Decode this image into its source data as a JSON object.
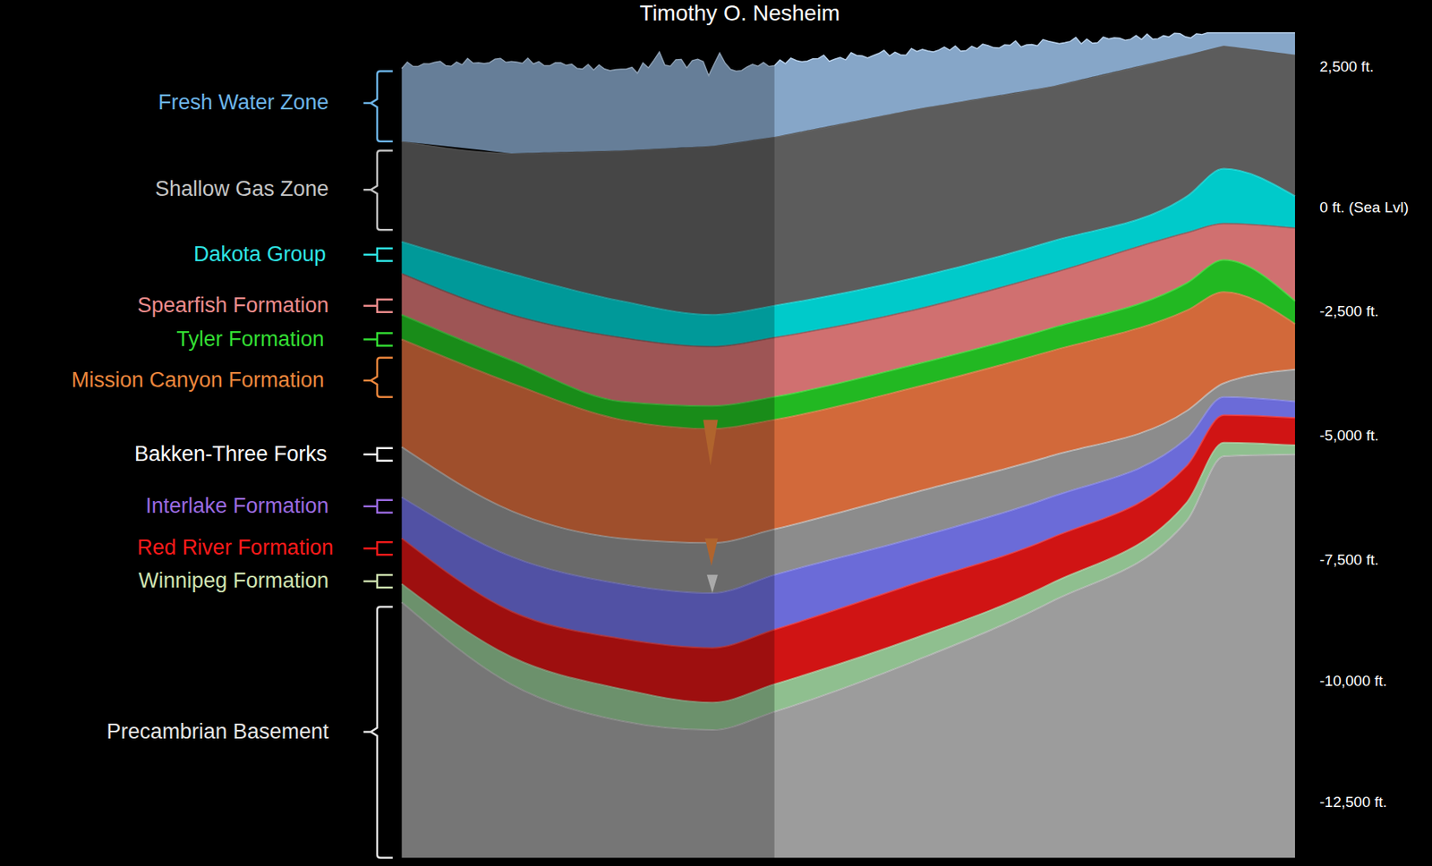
{
  "diagram": {
    "labels": [
      "Timothy O. Nesheim",
      "Fresh Water Zone",
      "Shallow Gas Zone",
      "Dakota Group",
      "Spearfish Formation",
      "Tyler Formation",
      "Mission Canyon Formation",
      "Bakken-Three Forks",
      "Interlake Formation",
      "Red River Formation",
      "Winnipeg Formation",
      "Precambrian Basement",
      "2,500 ft.",
      "0 ft. (Sea Lvl)",
      "-2,500 ft.",
      "-5,000 ft.",
      "-7,500 ft.",
      "-10,000 ft.",
      "-12,500 ft."
    ]
  }
}
